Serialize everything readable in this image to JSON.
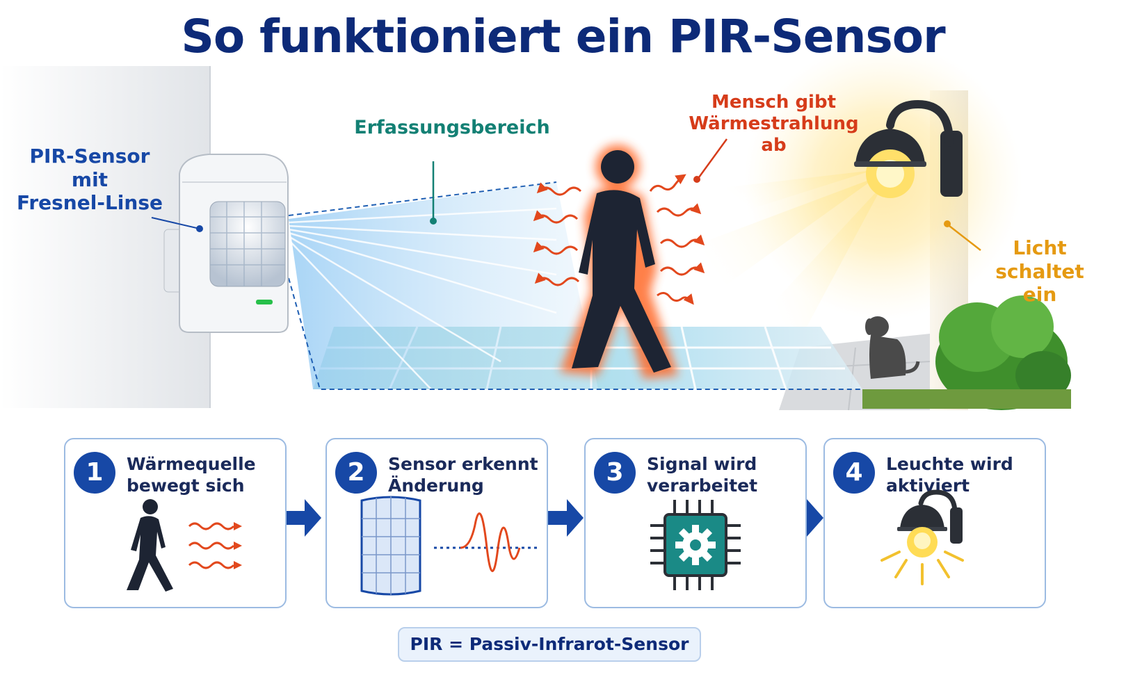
{
  "title": "So funktioniert ein PIR-Sensor",
  "labels": {
    "sensor": [
      "PIR-Sensor",
      "mit",
      "Fresnel-Linse"
    ],
    "area": "Erfassungsbereich",
    "heat": [
      "Mensch gibt",
      "Wärmestrahlung ab"
    ],
    "light": [
      "Licht",
      "schaltet ein"
    ]
  },
  "steps": [
    {
      "number": "1",
      "lines": [
        "Wärmequelle",
        "bewegt sich"
      ]
    },
    {
      "number": "2",
      "lines": [
        "Sensor erkennt",
        "Änderung"
      ]
    },
    {
      "number": "3",
      "lines": [
        "Signal wird",
        "verarbeitet"
      ]
    },
    {
      "number": "4",
      "lines": [
        "Leuchte wird",
        "aktiviert"
      ]
    }
  ],
  "footer": "PIR = Passiv-Infrarot-Sensor",
  "colors": {
    "title": "#0d2a78",
    "accent_blue": "#1748a6",
    "teal": "#138074",
    "heat_red": "#d63c1a",
    "light_yellow": "#e59a12"
  }
}
